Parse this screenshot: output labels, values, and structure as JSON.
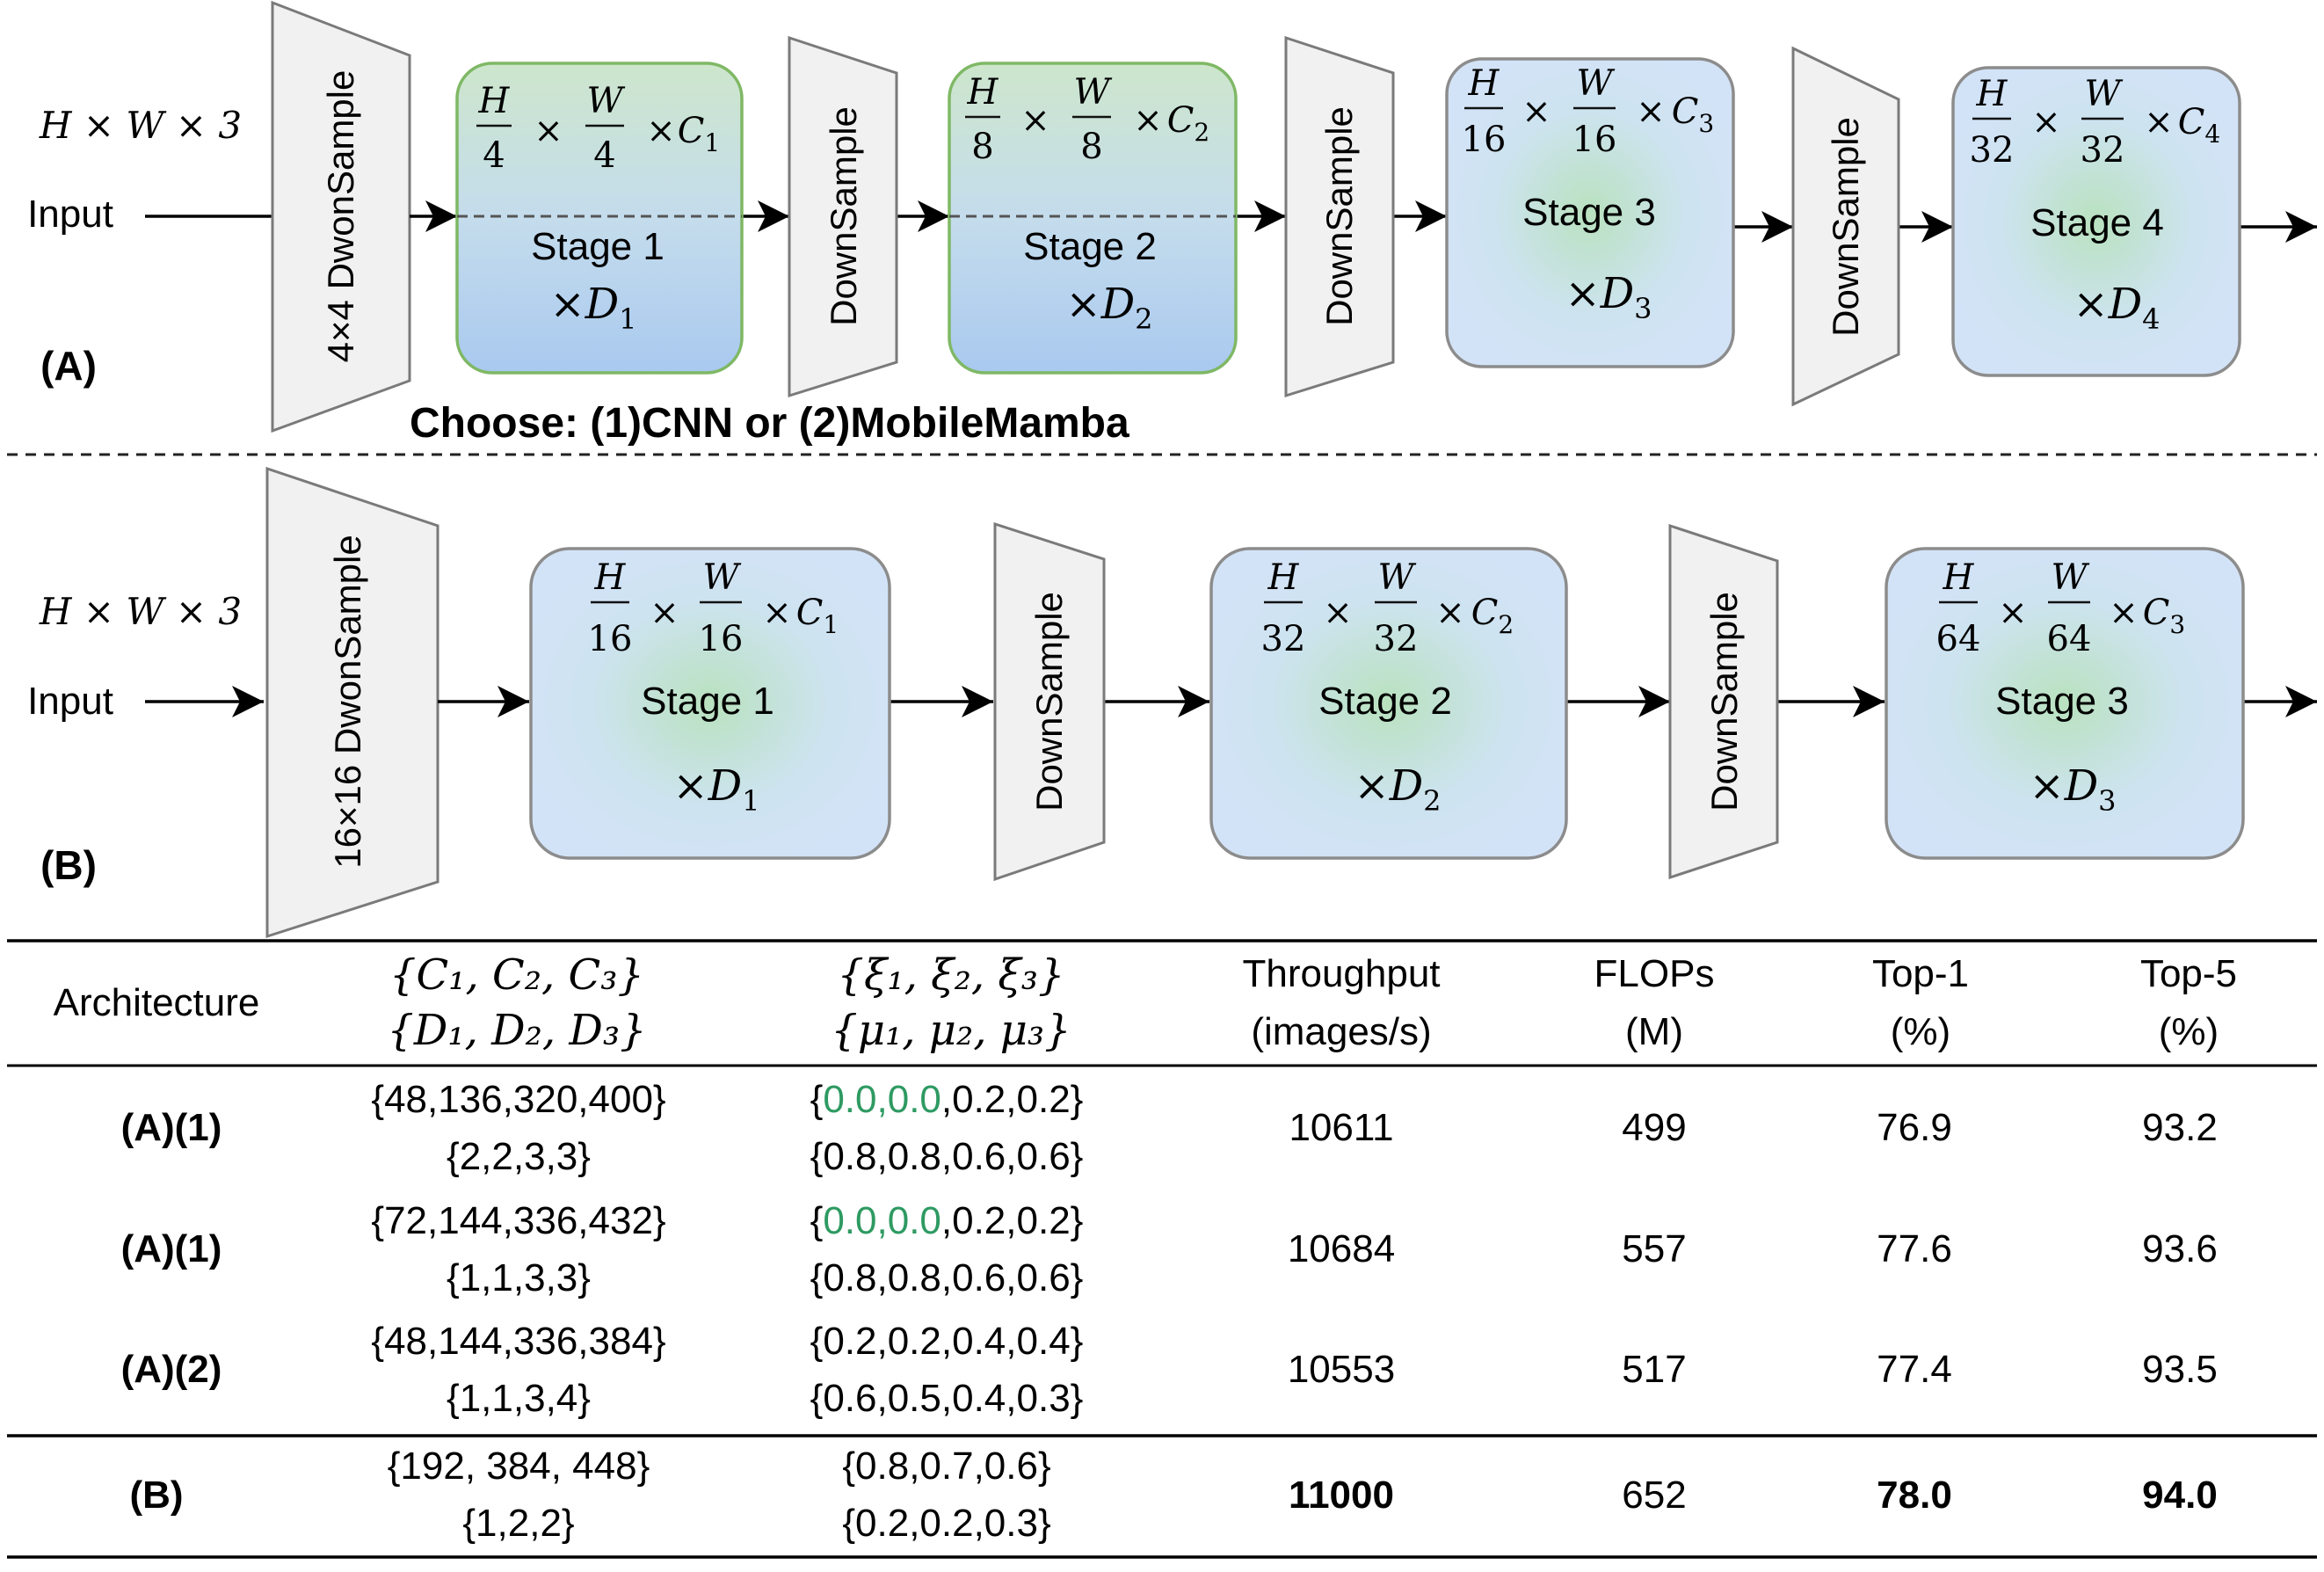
{
  "common": {
    "input_shape": "H × W × 3",
    "input_label": "Input",
    "downsample": "DownSample"
  },
  "part_a": {
    "label": "(A)",
    "stem": "4×4 DwonSample",
    "choose": "Choose: (1)CNN or (2)MobileMamba",
    "stages": [
      {
        "name": "Stage 1",
        "den": "4",
        "C": "1",
        "D": "1"
      },
      {
        "name": "Stage 2",
        "den": "8",
        "C": "2",
        "D": "2"
      },
      {
        "name": "Stage 3",
        "den": "16",
        "C": "3",
        "D": "3"
      },
      {
        "name": "Stage 4",
        "den": "32",
        "C": "4",
        "D": "4"
      }
    ]
  },
  "part_b": {
    "label": "(B)",
    "stem": "16×16 DwonSample",
    "stages": [
      {
        "name": "Stage 1",
        "den": "16",
        "C": "1",
        "D": "1"
      },
      {
        "name": "Stage 2",
        "den": "32",
        "C": "2",
        "D": "2"
      },
      {
        "name": "Stage 3",
        "den": "64",
        "C": "3",
        "D": "3"
      }
    ]
  },
  "table": {
    "headers": {
      "architecture": "Architecture",
      "channels": "{C₁, C₂, C₃}",
      "depths": "{D₁, D₂, D₃}",
      "xi": "{ξ₁, ξ₂, ξ₃}",
      "mu": "{μ₁, μ₂, μ₃}",
      "throughput_1": "Throughput",
      "throughput_2": "(images/s)",
      "flops_1": "FLOPs",
      "flops_2": "(M)",
      "top1_1": "Top-1",
      "top1_2": "(%)",
      "top5_1": "Top-5",
      "top5_2": "(%)"
    },
    "rows": [
      {
        "arch": "(A)(1)",
        "channels": "{48,136,320,400}",
        "depths": "{2,2,3,3}",
        "xi_open": "{",
        "xi_green": "0.0,0.0",
        "xi_rest": ",0.2,0.2}",
        "mu": "{0.8,0.8,0.6,0.6}",
        "throughput": "10611",
        "flops": "499",
        "top1": "76.9",
        "top5": "93.2"
      },
      {
        "arch": "(A)(1)",
        "channels": "{72,144,336,432}",
        "depths": "{1,1,3,3}",
        "xi_open": "{",
        "xi_green": "0.0,0.0",
        "xi_rest": ",0.2,0.2}",
        "mu": "{0.8,0.8,0.6,0.6}",
        "throughput": "10684",
        "flops": "557",
        "top1": "77.6",
        "top5": "93.6"
      },
      {
        "arch": "(A)(2)",
        "channels": "{48,144,336,384}",
        "depths": "{1,1,3,4}",
        "xi_open": "",
        "xi_green": "",
        "xi_rest": "{0.2,0.2,0.4,0.4}",
        "mu": "{0.6,0.5,0.4,0.3}",
        "throughput": "10553",
        "flops": "517",
        "top1": "77.4",
        "top5": "93.5"
      },
      {
        "arch": "(B)",
        "channels": "{192, 384, 448}",
        "depths": "{1,2,2}",
        "xi_open": "",
        "xi_green": "",
        "xi_rest": "{0.8,0.7,0.6}",
        "mu": "{0.2,0.2,0.3}",
        "throughput": "11000",
        "flops": "652",
        "top1": "78.0",
        "top5": "94.0"
      }
    ]
  },
  "colors": {
    "stage_blue": "#cfe0f7",
    "stage_green_glow": "#bfe3c4",
    "stage_a_border": "#7fb865",
    "stage_border": "#8c8c8c",
    "block_fill": "#f1f1f1",
    "highlight_green": "#2e9a62"
  }
}
